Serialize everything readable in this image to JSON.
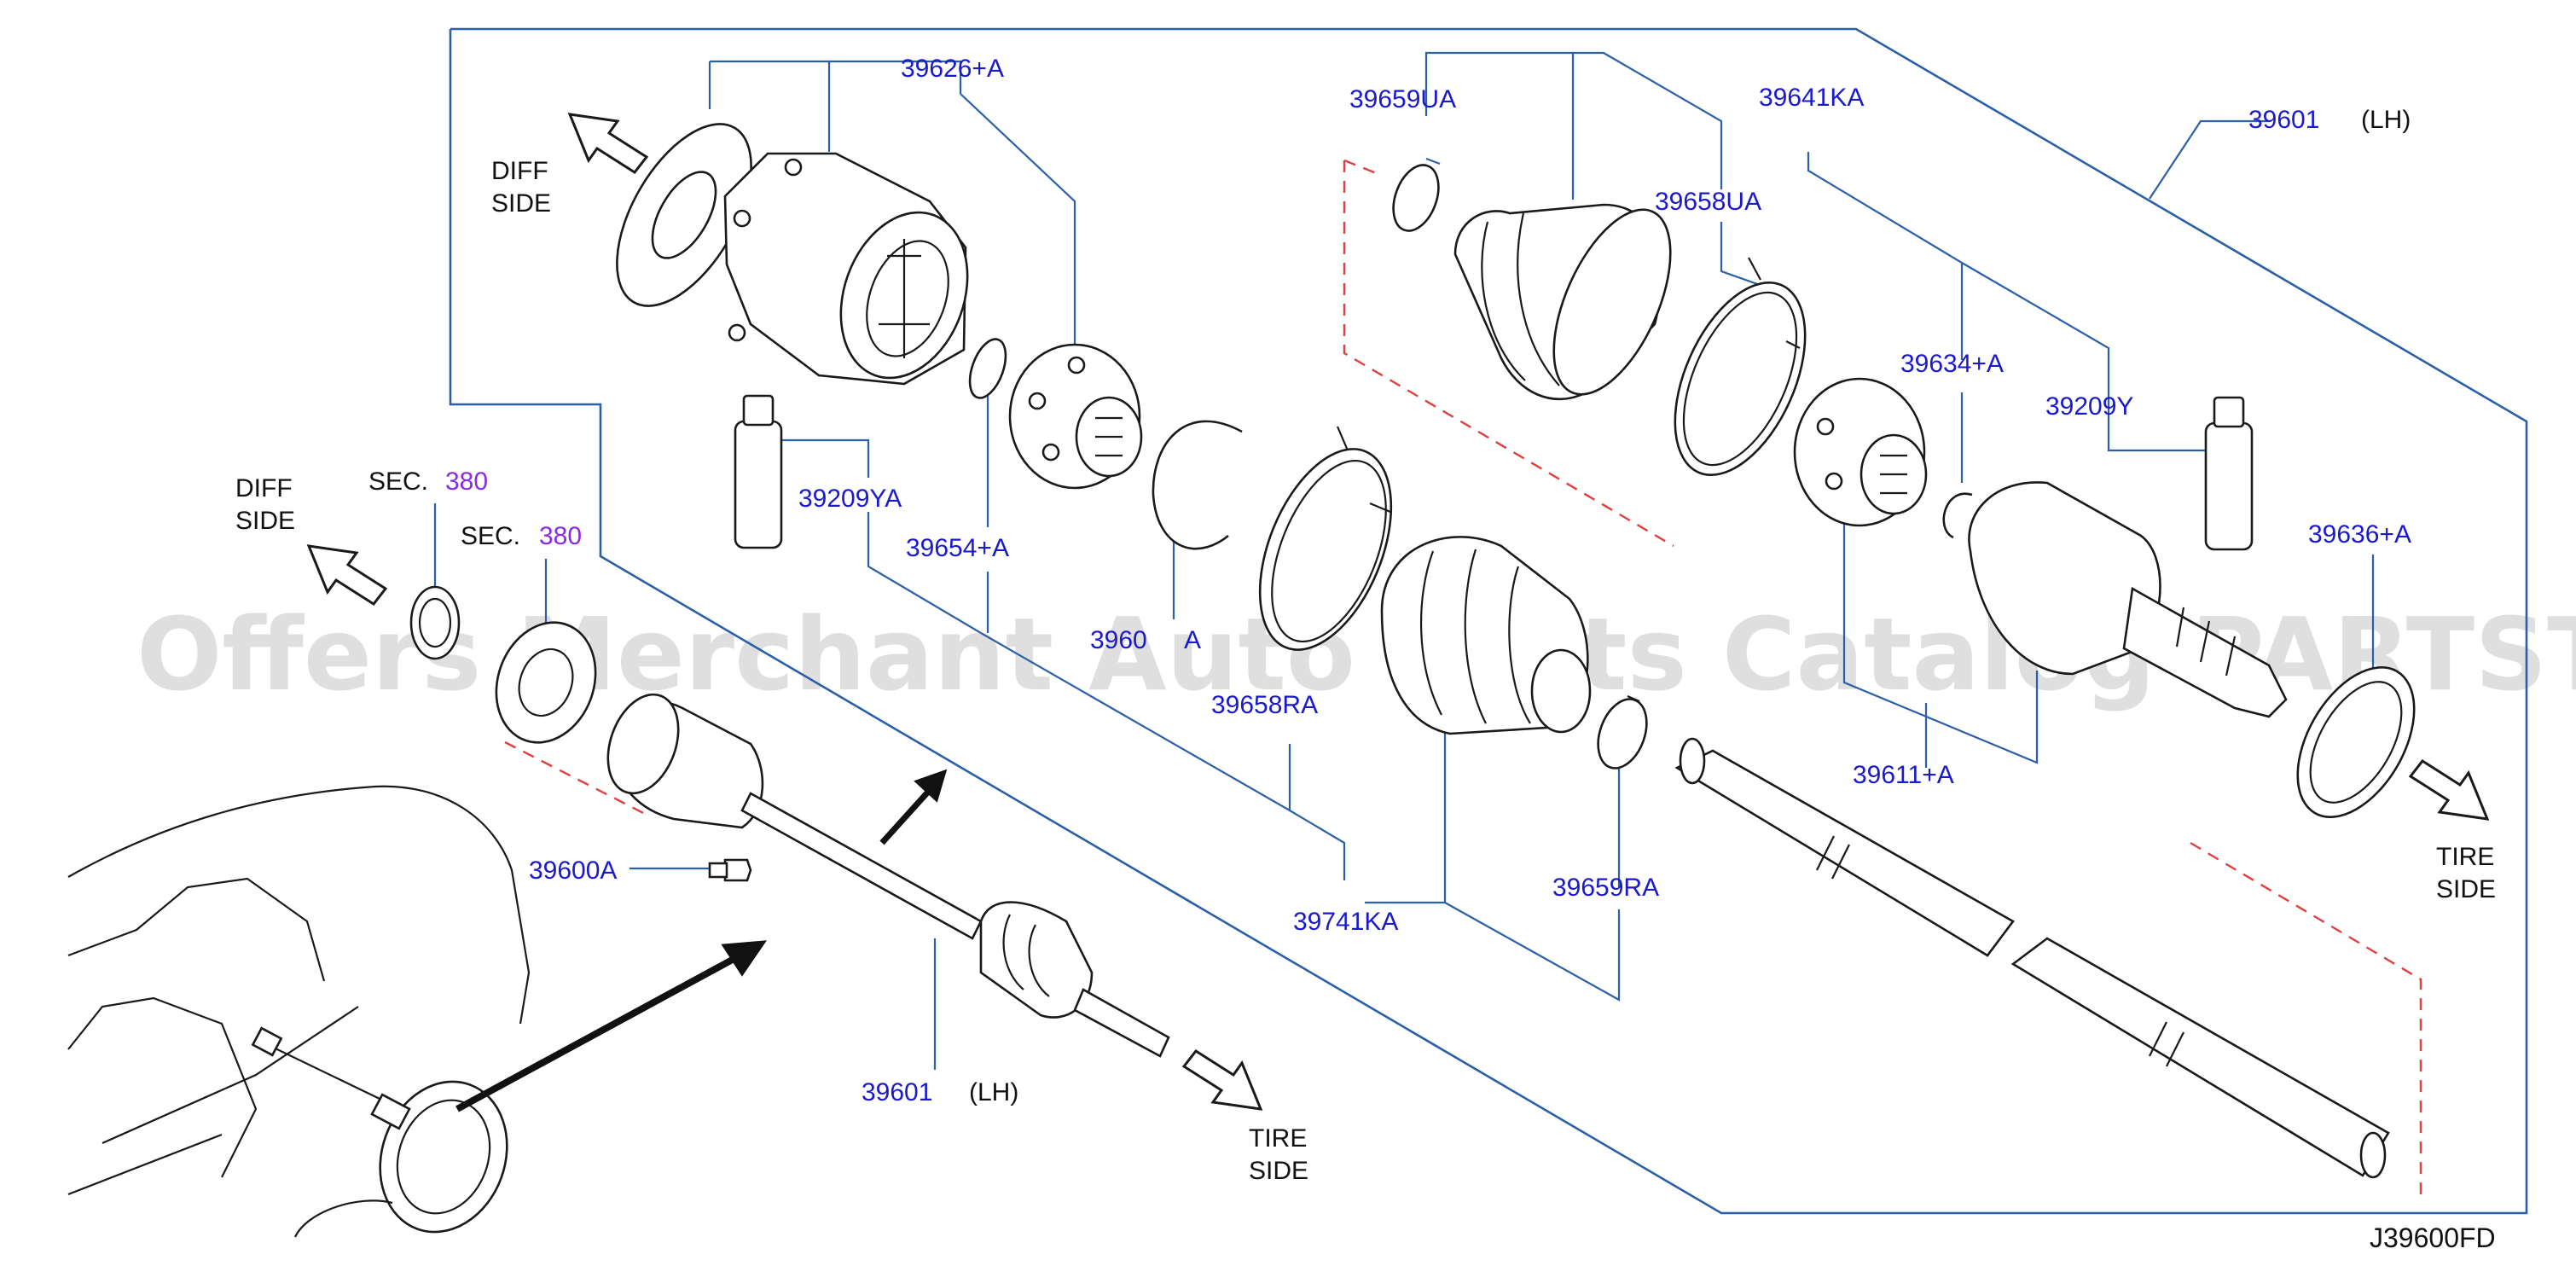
{
  "diagram_code": "J39600FD",
  "watermark": "Offers Merchant Auto Parts Catalog PARTSTORE.SA",
  "directions": {
    "diff_side_top": [
      "DIFF",
      "SIDE"
    ],
    "diff_side_left": [
      "DIFF",
      "SIDE"
    ],
    "tire_side_right": [
      "TIRE",
      "SIDE"
    ],
    "tire_side_bottom": [
      "TIRE",
      "SIDE"
    ]
  },
  "section_refs": [
    {
      "prefix": "SEC.",
      "number": "380"
    },
    {
      "prefix": "SEC.",
      "number": "380"
    }
  ],
  "labels": {
    "p39626": "39626+A",
    "p39659UA": "39659UA",
    "p39641KA": "39641KA",
    "p39601_top": "39601",
    "p39601_top_side": "(LH)",
    "p39658UA": "39658UA",
    "p39634": "39634+A",
    "p39209Y": "39209Y",
    "p39209YA": "39209YA",
    "p39654": "39654+A",
    "p39636": "39636+A",
    "p39600_partial": "3960",
    "p39600_partial_suffix": "A",
    "p39658RA": "39658RA",
    "p39611": "39611+A",
    "p39600A": "39600A",
    "p39741KA": "39741KA",
    "p39659RA": "39659RA",
    "p39601_bottom": "39601",
    "p39601_bottom_side": "(LH)"
  }
}
